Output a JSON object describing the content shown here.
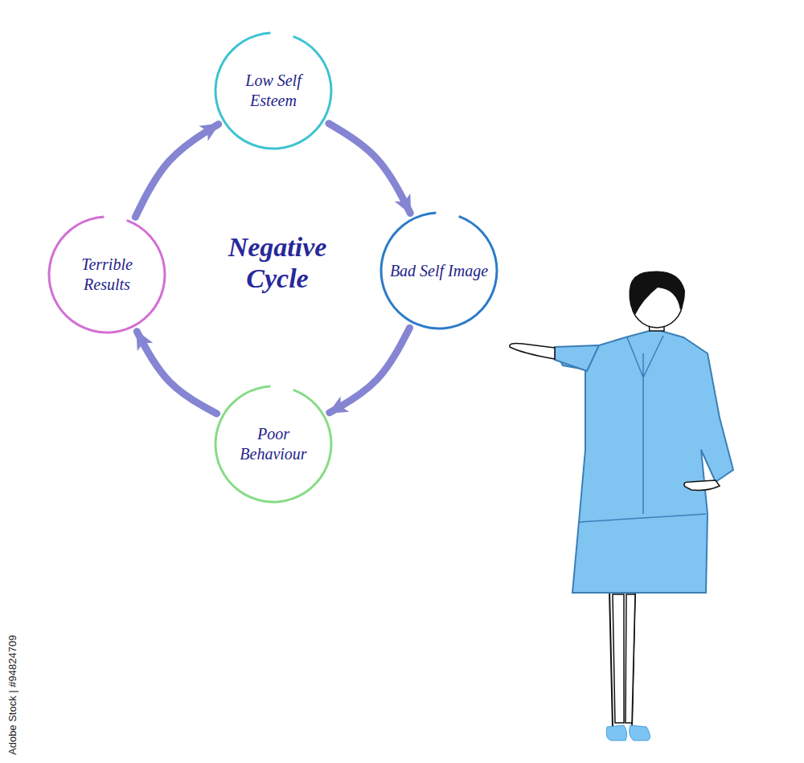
{
  "diagram": {
    "title": "Negative Cycle",
    "nodes": [
      {
        "text": [
          "Low Self Esteem"
        ]
      },
      {
        "text": [
          "Bad Self Image"
        ]
      },
      {
        "text": [
          "Poor Behaviour"
        ]
      },
      {
        "text": [
          "Terrible Results"
        ]
      }
    ],
    "edges": [
      {
        "from": 0,
        "to": 1,
        "arrow": "to"
      },
      {
        "from": 1,
        "to": 2,
        "arrow": "to"
      },
      {
        "from": 2,
        "to": 3,
        "arrow": "to"
      },
      {
        "from": 3,
        "to": 0,
        "arrow": "to"
      }
    ],
    "labels": [
      "Adobe Stock | #94824709"
    ]
  }
}
